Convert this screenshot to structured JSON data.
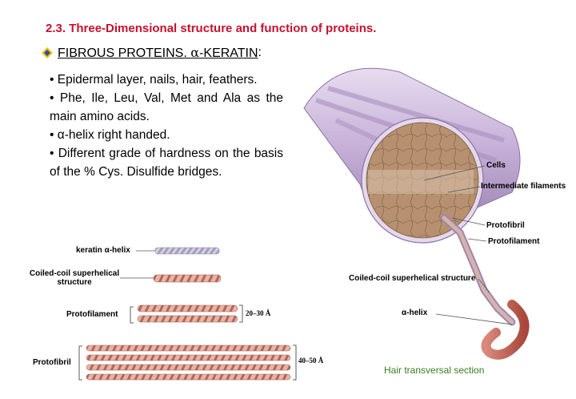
{
  "title": "2.3. Three-Dimensional structure and function of proteins.",
  "heading": {
    "prefix": "FIBROUS PROTEINS. ",
    "alpha": "α",
    "suffix": "-KERATIN",
    "colon": ":"
  },
  "bullets": [
    "Epidermal layer, nails, hair, feathers.",
    "Phe, Ile, Leu, Val, Met and Ala as the main amino acids.",
    "α-helix right handed.",
    "Different grade of hardness on the basis of the % Cys. Disulfide bridges."
  ],
  "left_figure": {
    "labels": {
      "keratin": "keratin α-helix",
      "coiled_line1": "Coiled-coil superhelical",
      "coiled_line2": "structure",
      "protofilament": "Protofilament",
      "protofibril": "Protofibril"
    },
    "dims": {
      "protofilament": "20–30 Å",
      "protofibril": "40–50 Å"
    }
  },
  "right_figure": {
    "labels": {
      "cells": "Cells",
      "intermediate": "Intermediate filaments",
      "protofibril": "Protofibril",
      "protofilament": "Protofilament",
      "coiled": "Coiled-coil superhelical structure",
      "helix": "α-helix"
    },
    "caption": "Hair transversal section"
  },
  "colors": {
    "title": "#c8102e",
    "caption": "#3a7d1f",
    "hair_sheath": "#c9b3d9",
    "cross_section": "#b08a6a",
    "rope": "#c98a7a"
  }
}
